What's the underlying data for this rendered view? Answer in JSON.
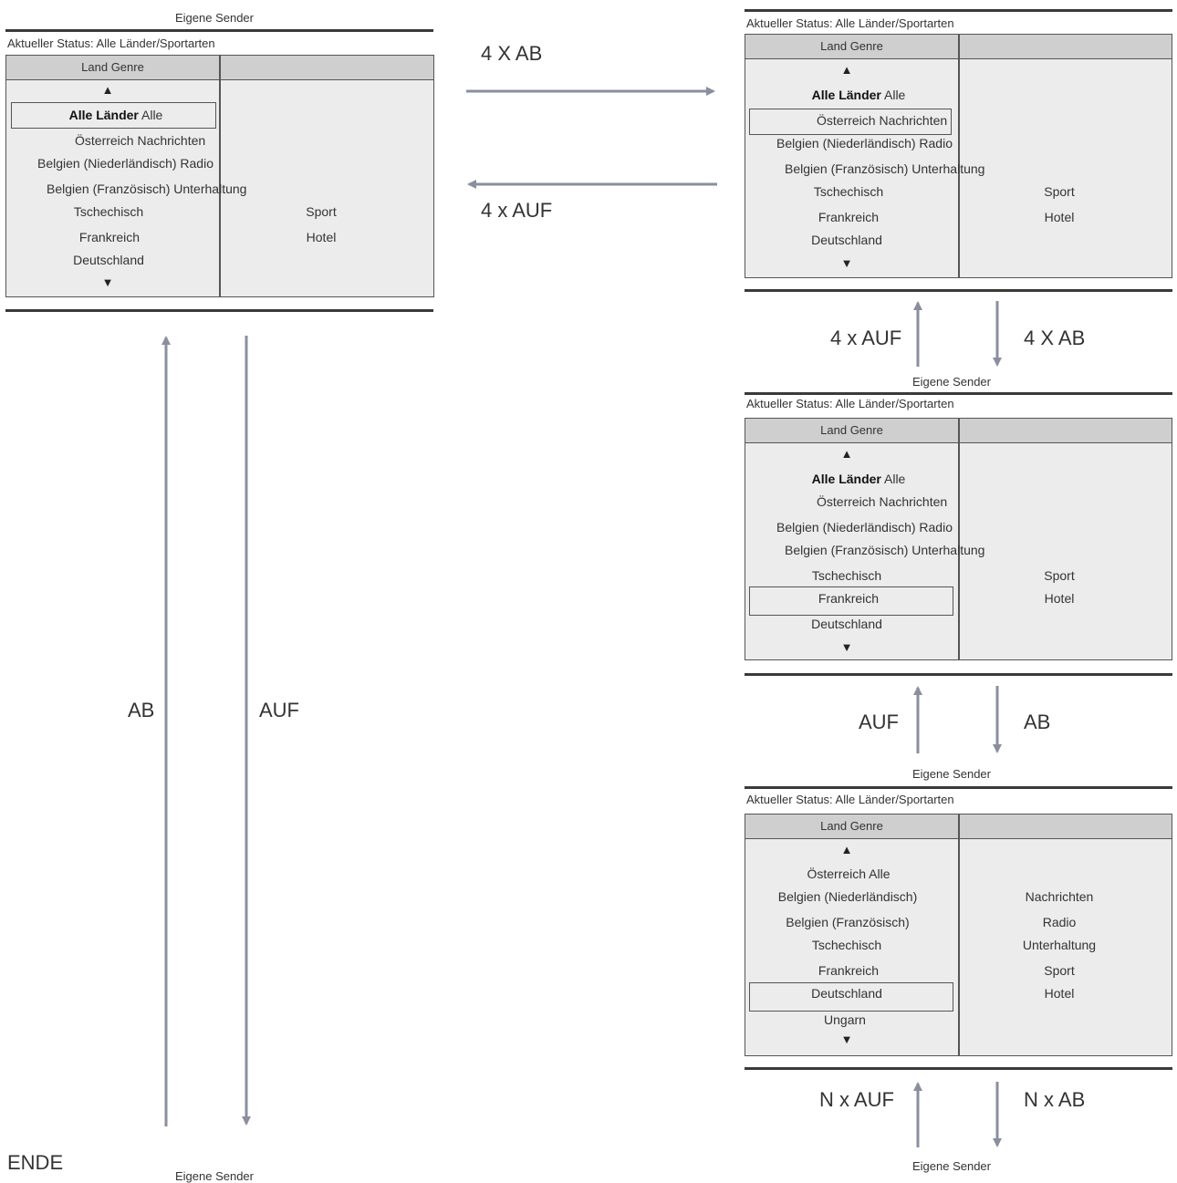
{
  "panel_common": {
    "title": "Eigene Sender",
    "status": "Aktueller Status: Alle Länder/Sportarten",
    "header": "Land Genre",
    "up": "▲",
    "down": "▼"
  },
  "panel_a": {
    "rows": [
      "Alle Länder",
      "Alle",
      "Österreich Nachrichten",
      "Belgien (Niederländisch) Radio",
      "Belgien (Französisch) Unterhaltung",
      "Tschechisch",
      "Frankreich",
      "Deutschland"
    ],
    "right": [
      "Sport",
      "Hotel"
    ]
  },
  "panel_b": {
    "rows": [
      "Alle Länder",
      "Alle",
      "Österreich Nachrichten",
      "Belgien (Niederländisch) Radio",
      "Belgien (Französisch) Unterhaltung",
      "Tschechisch",
      "Frankreich",
      "Deutschland"
    ],
    "right": [
      "Sport",
      "Hotel"
    ]
  },
  "panel_c": {
    "rows": [
      "Alle Länder",
      "Alle",
      "Österreich Nachrichten",
      "Belgien (Niederländisch) Radio",
      "Belgien (Französisch) Unterhaltung",
      "Tschechisch",
      "Frankreich",
      "Deutschland"
    ],
    "right": [
      "Sport",
      "Hotel"
    ]
  },
  "panel_d": {
    "rows": [
      "Österreich Alle",
      "Belgien (Niederländisch)",
      "Belgien (Französisch)",
      "Tschechisch",
      "Frankreich",
      "Deutschland",
      "Ungarn"
    ],
    "right": [
      "Nachrichten",
      "Radio",
      "Unterhaltung",
      "Sport",
      "Hotel"
    ]
  },
  "captions": {
    "top_right": "4 X AB",
    "top_left": "4 x AUF",
    "mid1_up": "4 x AUF",
    "mid1_down": "4 X AB",
    "mid2_up": "AUF",
    "mid2_down": "AB",
    "bottom_up": "N x AUF",
    "bottom_down": "N x AB",
    "left_up": "AB",
    "left_down": "AUF",
    "end": "ENDE"
  },
  "colors": {
    "arrow": "#8a8f9e",
    "panel_bg": "#ececec",
    "header_bg": "#cfcfcf"
  }
}
